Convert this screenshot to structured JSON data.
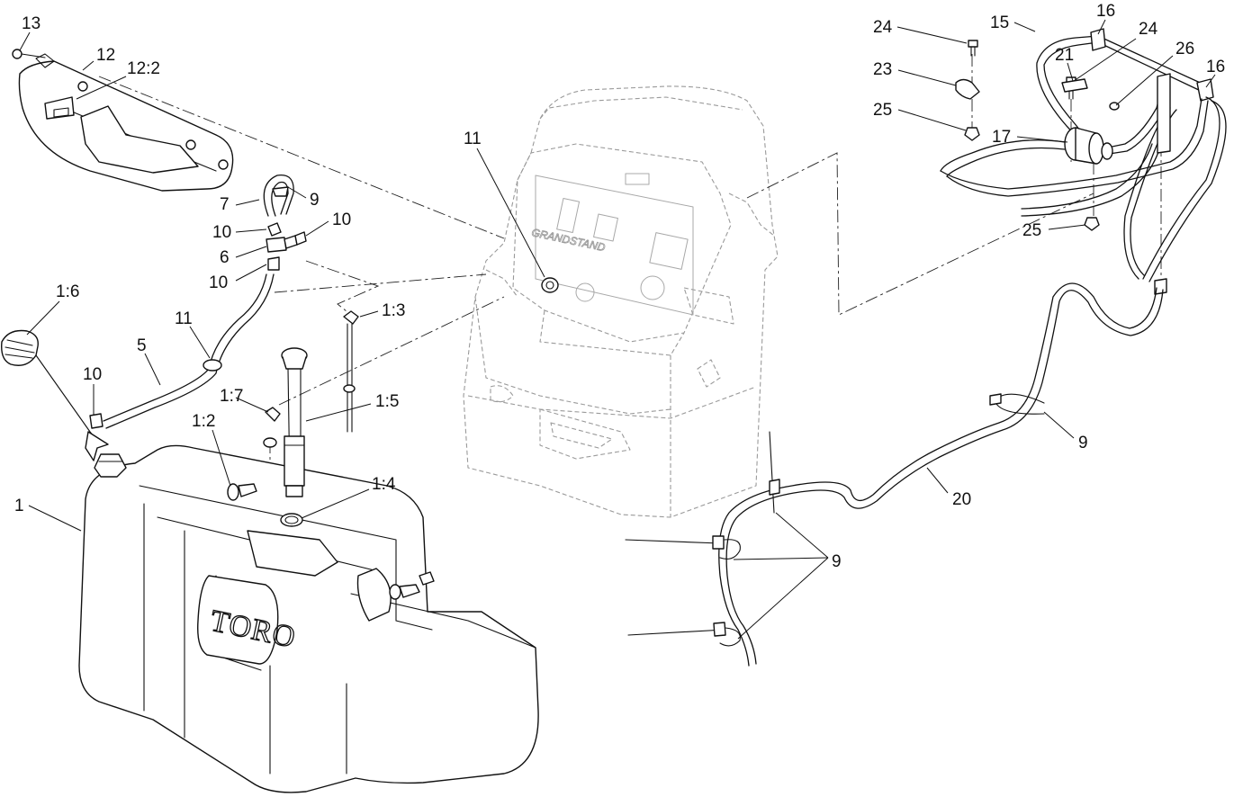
{
  "tank_logo": "TORO",
  "chassis_logo": "GRANDSTAND",
  "callouts": [
    {
      "id": "13",
      "label": "13"
    },
    {
      "id": "12",
      "label": "12"
    },
    {
      "id": "12_2",
      "label": "12:2"
    },
    {
      "id": "7",
      "label": "7"
    },
    {
      "id": "9_top",
      "label": "9"
    },
    {
      "id": "10_a",
      "label": "10"
    },
    {
      "id": "10_b",
      "label": "10"
    },
    {
      "id": "6",
      "label": "6"
    },
    {
      "id": "10_c",
      "label": "10"
    },
    {
      "id": "1_6",
      "label": "1:6"
    },
    {
      "id": "11_left",
      "label": "11"
    },
    {
      "id": "5",
      "label": "5"
    },
    {
      "id": "10_d",
      "label": "10"
    },
    {
      "id": "1_3",
      "label": "1:3"
    },
    {
      "id": "1_7",
      "label": "1:7"
    },
    {
      "id": "1_5",
      "label": "1:5"
    },
    {
      "id": "1_2",
      "label": "1:2"
    },
    {
      "id": "1_4",
      "label": "1:4"
    },
    {
      "id": "1",
      "label": "1"
    },
    {
      "id": "11_center",
      "label": "11"
    },
    {
      "id": "24_a",
      "label": "24"
    },
    {
      "id": "15",
      "label": "15"
    },
    {
      "id": "16_a",
      "label": "16"
    },
    {
      "id": "24_b",
      "label": "24"
    },
    {
      "id": "21",
      "label": "21"
    },
    {
      "id": "26",
      "label": "26"
    },
    {
      "id": "16_b",
      "label": "16"
    },
    {
      "id": "23",
      "label": "23"
    },
    {
      "id": "25_a",
      "label": "25"
    },
    {
      "id": "17",
      "label": "17"
    },
    {
      "id": "25_b",
      "label": "25"
    },
    {
      "id": "9_right",
      "label": "9"
    },
    {
      "id": "20",
      "label": "20"
    },
    {
      "id": "9_bottom",
      "label": "9"
    }
  ]
}
